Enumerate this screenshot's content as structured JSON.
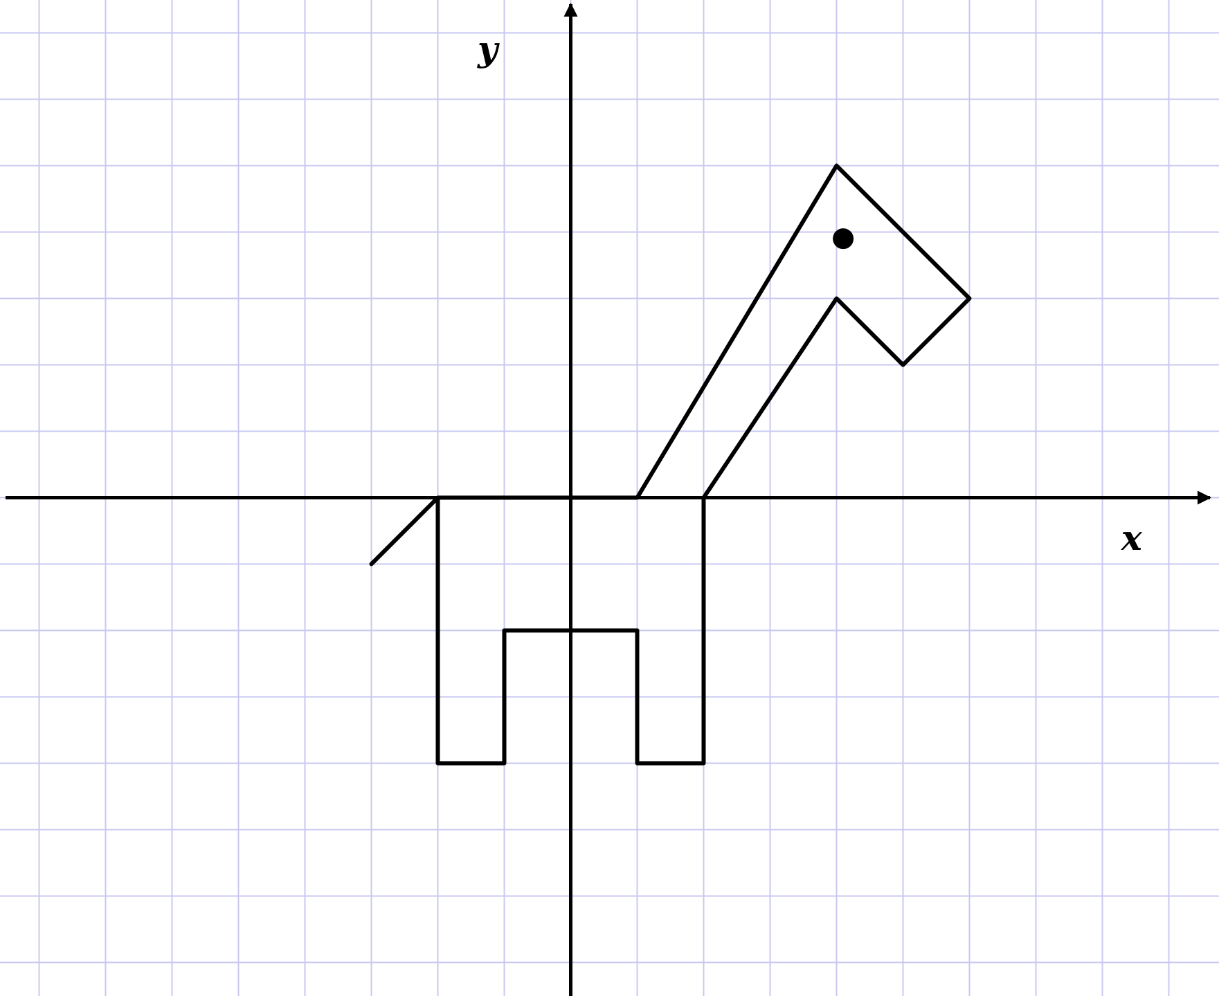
{
  "axes": {
    "x_label": "x",
    "y_label": "y"
  },
  "grid": {
    "shown": true,
    "color": "#c8c8f0",
    "x_range": [
      -8,
      9
    ],
    "y_range": [
      -7,
      7
    ]
  },
  "figure": {
    "stroke_color": "#000000",
    "polygon": [
      [
        -2,
        0
      ],
      [
        1,
        0
      ],
      [
        4,
        5
      ],
      [
        6,
        3
      ],
      [
        5,
        2
      ],
      [
        4,
        3
      ],
      [
        2,
        0
      ],
      [
        2,
        -4
      ],
      [
        1,
        -4
      ],
      [
        1,
        -2
      ],
      [
        -1,
        -2
      ],
      [
        -1,
        -4
      ],
      [
        -2,
        -4
      ],
      [
        -2,
        0
      ]
    ],
    "tail": [
      [
        -2,
        0
      ],
      [
        -3,
        -1
      ]
    ],
    "eye": [
      4.1,
      3.9
    ]
  }
}
